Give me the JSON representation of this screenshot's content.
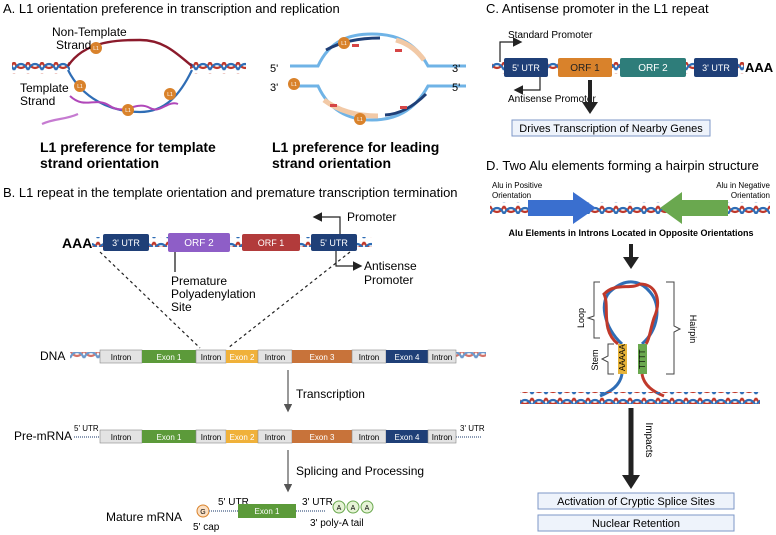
{
  "panelA": {
    "title": "A. L1 orientation preference in transcription and replication",
    "non_template_label": "Non-Template",
    "non_template_label_2": "Strand",
    "template_label": "Template",
    "template_label_2": "Strand",
    "l1_tag": "L1",
    "rep_5_left": "5'",
    "rep_3_left": "3'",
    "rep_3_right": "3'",
    "rep_5_right": "5'",
    "caption_left_1": "L1 preference for template",
    "caption_left_2": "strand orientation",
    "caption_right_1": "L1 preference for leading",
    "caption_right_2": "strand orientation"
  },
  "panelB": {
    "title": "B. L1 repeat in the template orientation and premature transcription termination",
    "aaa": "AAA",
    "utr3": "3' UTR",
    "orf2": "ORF 2",
    "orf1": "ORF 1",
    "utr5": "5' UTR",
    "promoter": "Promoter",
    "antisense_1": "Antisense",
    "antisense_2": "Promoter",
    "premature_1": "Premature",
    "premature_2": "Polyadenylation",
    "premature_3": "Site",
    "dna_label": "DNA",
    "intron": "Intron",
    "exon1": "Exon 1",
    "exon2": "Exon 2",
    "exon3": "Exon 3",
    "exon4": "Exon 4",
    "transcription": "Transcription",
    "pre_mrna_label": "Pre-mRNA",
    "utr5_line": "5' UTR",
    "utr3_line": "3' UTR",
    "splicing": "Splicing and Processing",
    "mature_label": "Mature mRNA",
    "cap_letter": "G",
    "cap_label": "5' cap",
    "polya_letter": "A",
    "polya_label": "3' poly-A tail"
  },
  "panelC": {
    "title": "C. Antisense promoter in the L1 repeat",
    "standard_promoter": "Standard Promoter",
    "antisense_promoter": "Antisense Promoter",
    "utr5": "5' UTR",
    "orf1": "ORF 1",
    "orf2": "ORF 2",
    "utr3": "3' UTR",
    "aaa": "AAA",
    "result": "Drives Transcription of Nearby Genes"
  },
  "panelD": {
    "title": "D. Two Alu elements forming a hairpin structure",
    "alu_pos_1": "Alu in Positive",
    "alu_pos_2": "Orientation",
    "alu_neg_1": "Alu in Negative",
    "alu_neg_2": "Orientation",
    "introns_caption": "Alu Elements in Introns Located in Opposite Orientations",
    "loop": "Loop",
    "stem": "Stem",
    "hairpin": "Hairpin",
    "aaaaa": "AAAAA",
    "tttt": "TTTT",
    "impacts": "Impacts",
    "result1": "Activation of Cryptic Splice Sites",
    "result2": "Nuclear Retention"
  },
  "colors": {
    "dna_red": "#c0392b",
    "dna_blue": "#2f6db5",
    "utr_navy": "#1f3f77",
    "orf2_purple": "#8e5ec7",
    "orf1_red": "#b23b3b",
    "exon_green": "#5c9a3a",
    "exon_yellow": "#f0b13a",
    "exon_orange": "#c8733a",
    "exon_navy": "#1f3f77",
    "l1_orange": "#d9822b",
    "alu_blue": "#3a6fcf",
    "alu_green": "#6aa84f",
    "result_box_fill": "#eef3fb",
    "result_box_stroke": "#7d97c7"
  }
}
